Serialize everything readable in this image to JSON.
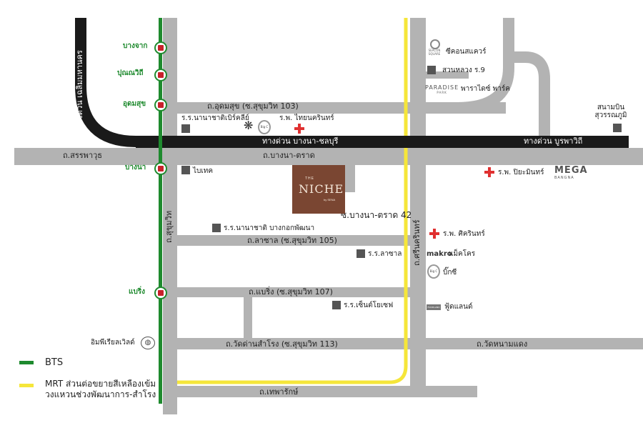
{
  "colors": {
    "road": "#b3b3b3",
    "highway": "#1a1a1a",
    "bts": "#1e8a2e",
    "mrt": "#f5e63a",
    "hospital": "#e03030",
    "project": "#7a4632"
  },
  "stations": [
    {
      "name": "บางจาก"
    },
    {
      "name": "ปุณณวิถี"
    },
    {
      "name": "อุดมสุข"
    },
    {
      "name": "บางนา"
    },
    {
      "name": "แบริ่ง"
    }
  ],
  "highways": {
    "chaloem": "ทางด่วน เฉลิมมหานคร",
    "bangna_chonburi": "ทางด่วน บางนา-ชลบุรี",
    "burapha": "ทางด่วน บูรพาวิถี"
  },
  "roads": {
    "udomsuk": "ถ.อุดมสุข (ซ.สุขุมวิท 103)",
    "sanphawut": "ถ.สรรพาวุธ",
    "bangna_trat": "ถ.บางนา-ตราด",
    "soi42": "ซ.บางนา-ตราด 42",
    "lasalle": "ถ.ลาซาล (ซ.สุขุมวิท 105)",
    "bearing": "ถ.แบริ่ง (ซ.สุขุมวิท 107)",
    "wat_dan": "ถ.วัดด่านสำโรง (ซ.สุขุมวิท 113)",
    "wat_nam_daeng": "ถ.วัดหนามแดง",
    "thepharak": "ถ.เทพารักษ์",
    "sukhumvit": "ถ.สุขุมวิท",
    "srinakarin": "ถ.ศรีนครินทร์"
  },
  "places": {
    "seacon": "ซีคอนสแควร์",
    "suan_luang": "สวนหลวง ร.9",
    "paradise": "พาราไดซ์ พาร์ค",
    "airport": "สนามบิน\nสุวรรณภูมิ",
    "bangkok_patana_intl": "ร.ร.นานาชาติเบิร์คลีย์",
    "thainakarin": "ร.พ. ไทยนครินทร์",
    "bitec": "ไบเทค",
    "piyamin": "ร.พ. ปิยะมินทร์",
    "bangkok_patana": "ร.ร.นานาชาติ บางกอกพัฒนา",
    "lasalle_school": "ร.ร.ลาซาล",
    "sikarin": "ร.พ. ศิครินทร์",
    "makro": "แม็คโคร",
    "bigc": "บิ๊กซี",
    "st_joseph": "ร.ร.เซ็นต์โยเซฟ",
    "foodland": "ฟู้ดแลนด์",
    "imperial": "อิมพีเรียลเวิลด์"
  },
  "logos": {
    "seacon": "SEACON SQUARE",
    "paradise": "PARADISE",
    "paradise_sub": "PARK",
    "mega": "MEGA",
    "mega_sub": "BANGNA",
    "makro": "makro",
    "bigc": "Big C",
    "bigc_small": "Big C",
    "foodland": "FOODLAND",
    "foodland_small": "เซ็นทรัล"
  },
  "project": {
    "small": "THE",
    "name": "NICHE",
    "sub": "by SENA"
  },
  "legend": {
    "bts": "BTS",
    "mrt_line1": "MRT ส่วนต่อขยายสีเหลืองเข้ม",
    "mrt_line2": "วงแหวนช่วงพัฒนาการ-สำโรง"
  }
}
